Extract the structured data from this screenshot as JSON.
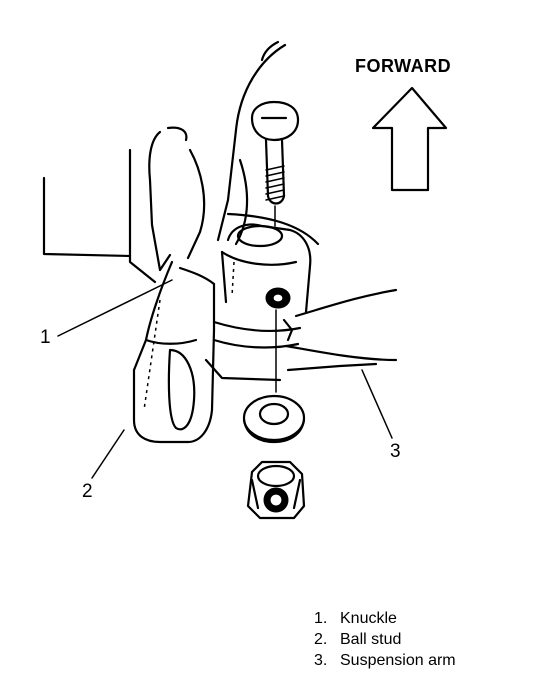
{
  "diagram": {
    "direction_label": "FORWARD",
    "callouts": [
      "1",
      "2",
      "3"
    ]
  },
  "legend": [
    {
      "num": "1.",
      "label": "Knuckle"
    },
    {
      "num": "2.",
      "label": "Ball stud"
    },
    {
      "num": "3.",
      "label": "Suspension arm"
    }
  ]
}
